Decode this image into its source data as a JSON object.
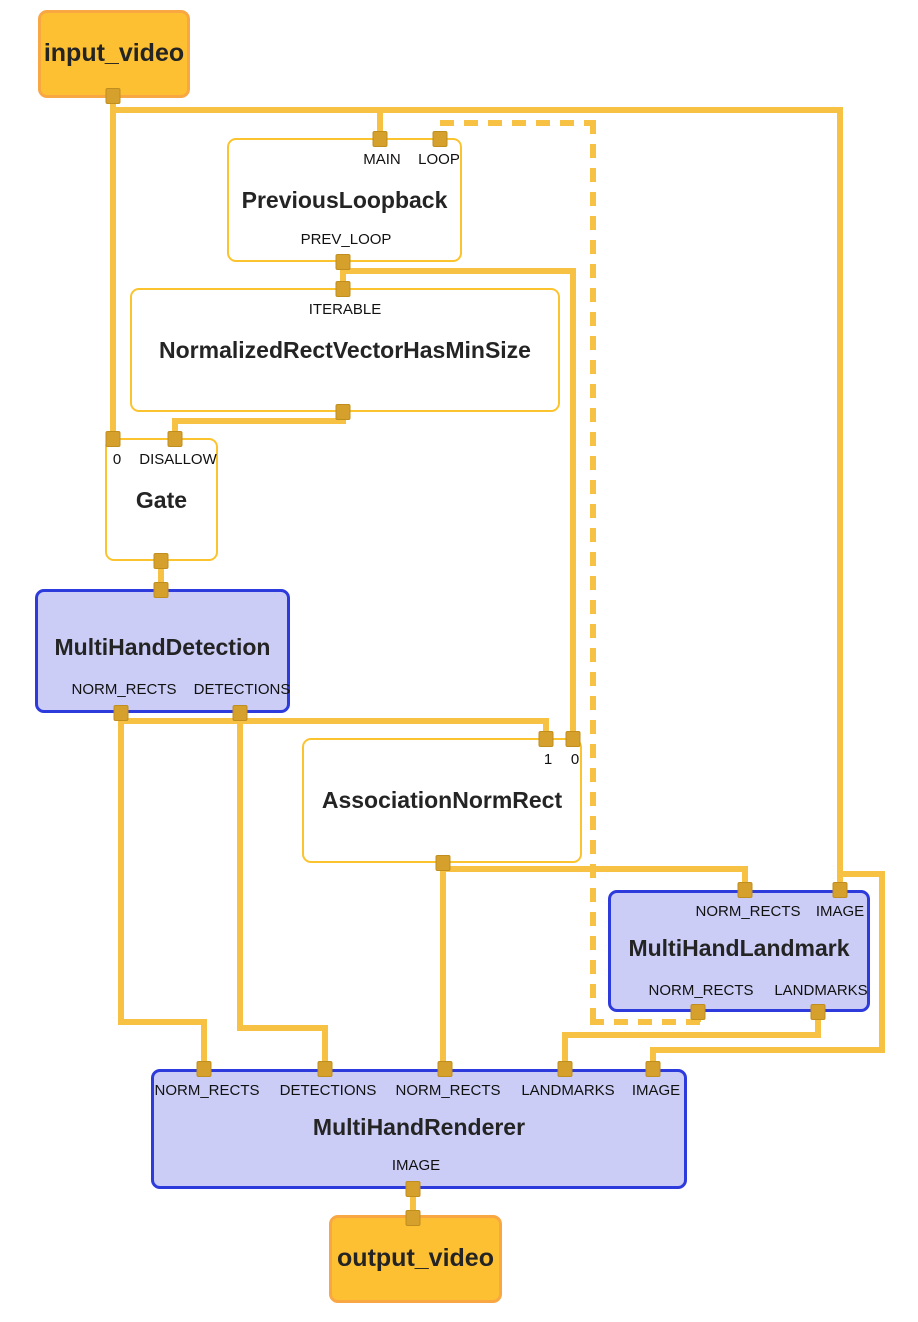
{
  "graph": {
    "type": "mediapipe-calculator-graph",
    "colors": {
      "edge": "#f7c243",
      "port": "#d5a02c",
      "stream_node_fill": "#fdc033",
      "stream_node_border": "#f9a743",
      "subgraph_node_fill": "#cbcdf6",
      "subgraph_node_border": "#2e3bdc",
      "calculator_node_border": "#fbc42f",
      "background": "#ffffff"
    },
    "nodes": {
      "input_video": {
        "title": "input_video"
      },
      "previous_loopback": {
        "title": "PreviousLoopback",
        "ports": {
          "main": "MAIN",
          "loop": "LOOP",
          "prev_loop": "PREV_LOOP"
        }
      },
      "normalized_rect_vector_has_min_size": {
        "title": "NormalizedRectVectorHasMinSize",
        "ports": {
          "iterable": "ITERABLE"
        }
      },
      "gate": {
        "title": "Gate",
        "ports": {
          "in0": "0",
          "disallow": "DISALLOW"
        }
      },
      "multi_hand_detection": {
        "title": "MultiHandDetection",
        "ports": {
          "norm_rects": "NORM_RECTS",
          "detections": "DETECTIONS"
        }
      },
      "association_norm_rect": {
        "title": "AssociationNormRect",
        "ports": {
          "in1": "1",
          "in0": "0"
        }
      },
      "multi_hand_landmark": {
        "title": "MultiHandLandmark",
        "ports": {
          "norm_rects_in": "NORM_RECTS",
          "image_in": "IMAGE",
          "norm_rects_out": "NORM_RECTS",
          "landmarks_out": "LANDMARKS"
        }
      },
      "multi_hand_renderer": {
        "title": "MultiHandRenderer",
        "ports": {
          "norm_rects1": "NORM_RECTS",
          "detections": "DETECTIONS",
          "norm_rects2": "NORM_RECTS",
          "landmarks": "LANDMARKS",
          "image_in": "IMAGE",
          "image_out": "IMAGE"
        }
      },
      "output_video": {
        "title": "output_video"
      }
    }
  }
}
